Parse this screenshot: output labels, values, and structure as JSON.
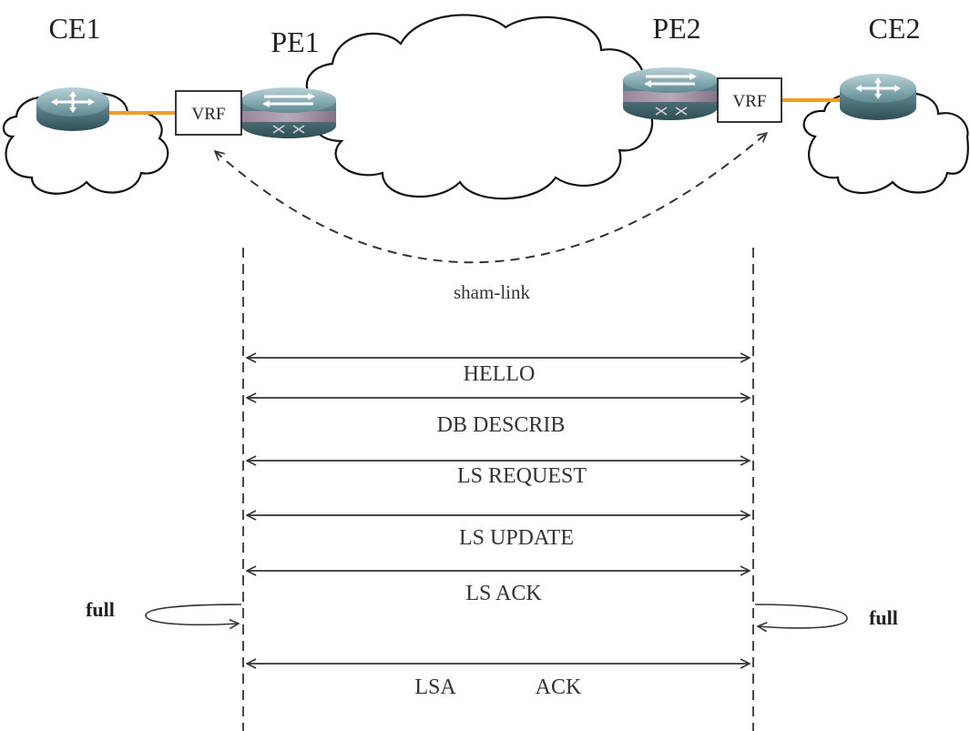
{
  "nodes": {
    "ce1": "CE1",
    "pe1": "PE1",
    "pe2": "PE2",
    "ce2": "CE2"
  },
  "vrf": {
    "left": "VRF",
    "right": "VRF"
  },
  "sham_link_label": "sham-link",
  "messages": {
    "hello": "HELLO",
    "db_describ": "DB DESCRIB",
    "ls_request": "LS REQUEST",
    "ls_update": "LS UPDATE",
    "ls_ack": "LS ACK",
    "lsa": "LSA",
    "ack": "ACK"
  },
  "state": {
    "left": "full",
    "right": "full"
  },
  "colors": {
    "link_orange": "#f0a020",
    "router_teal": "#5f8a92",
    "line": "#333333"
  }
}
